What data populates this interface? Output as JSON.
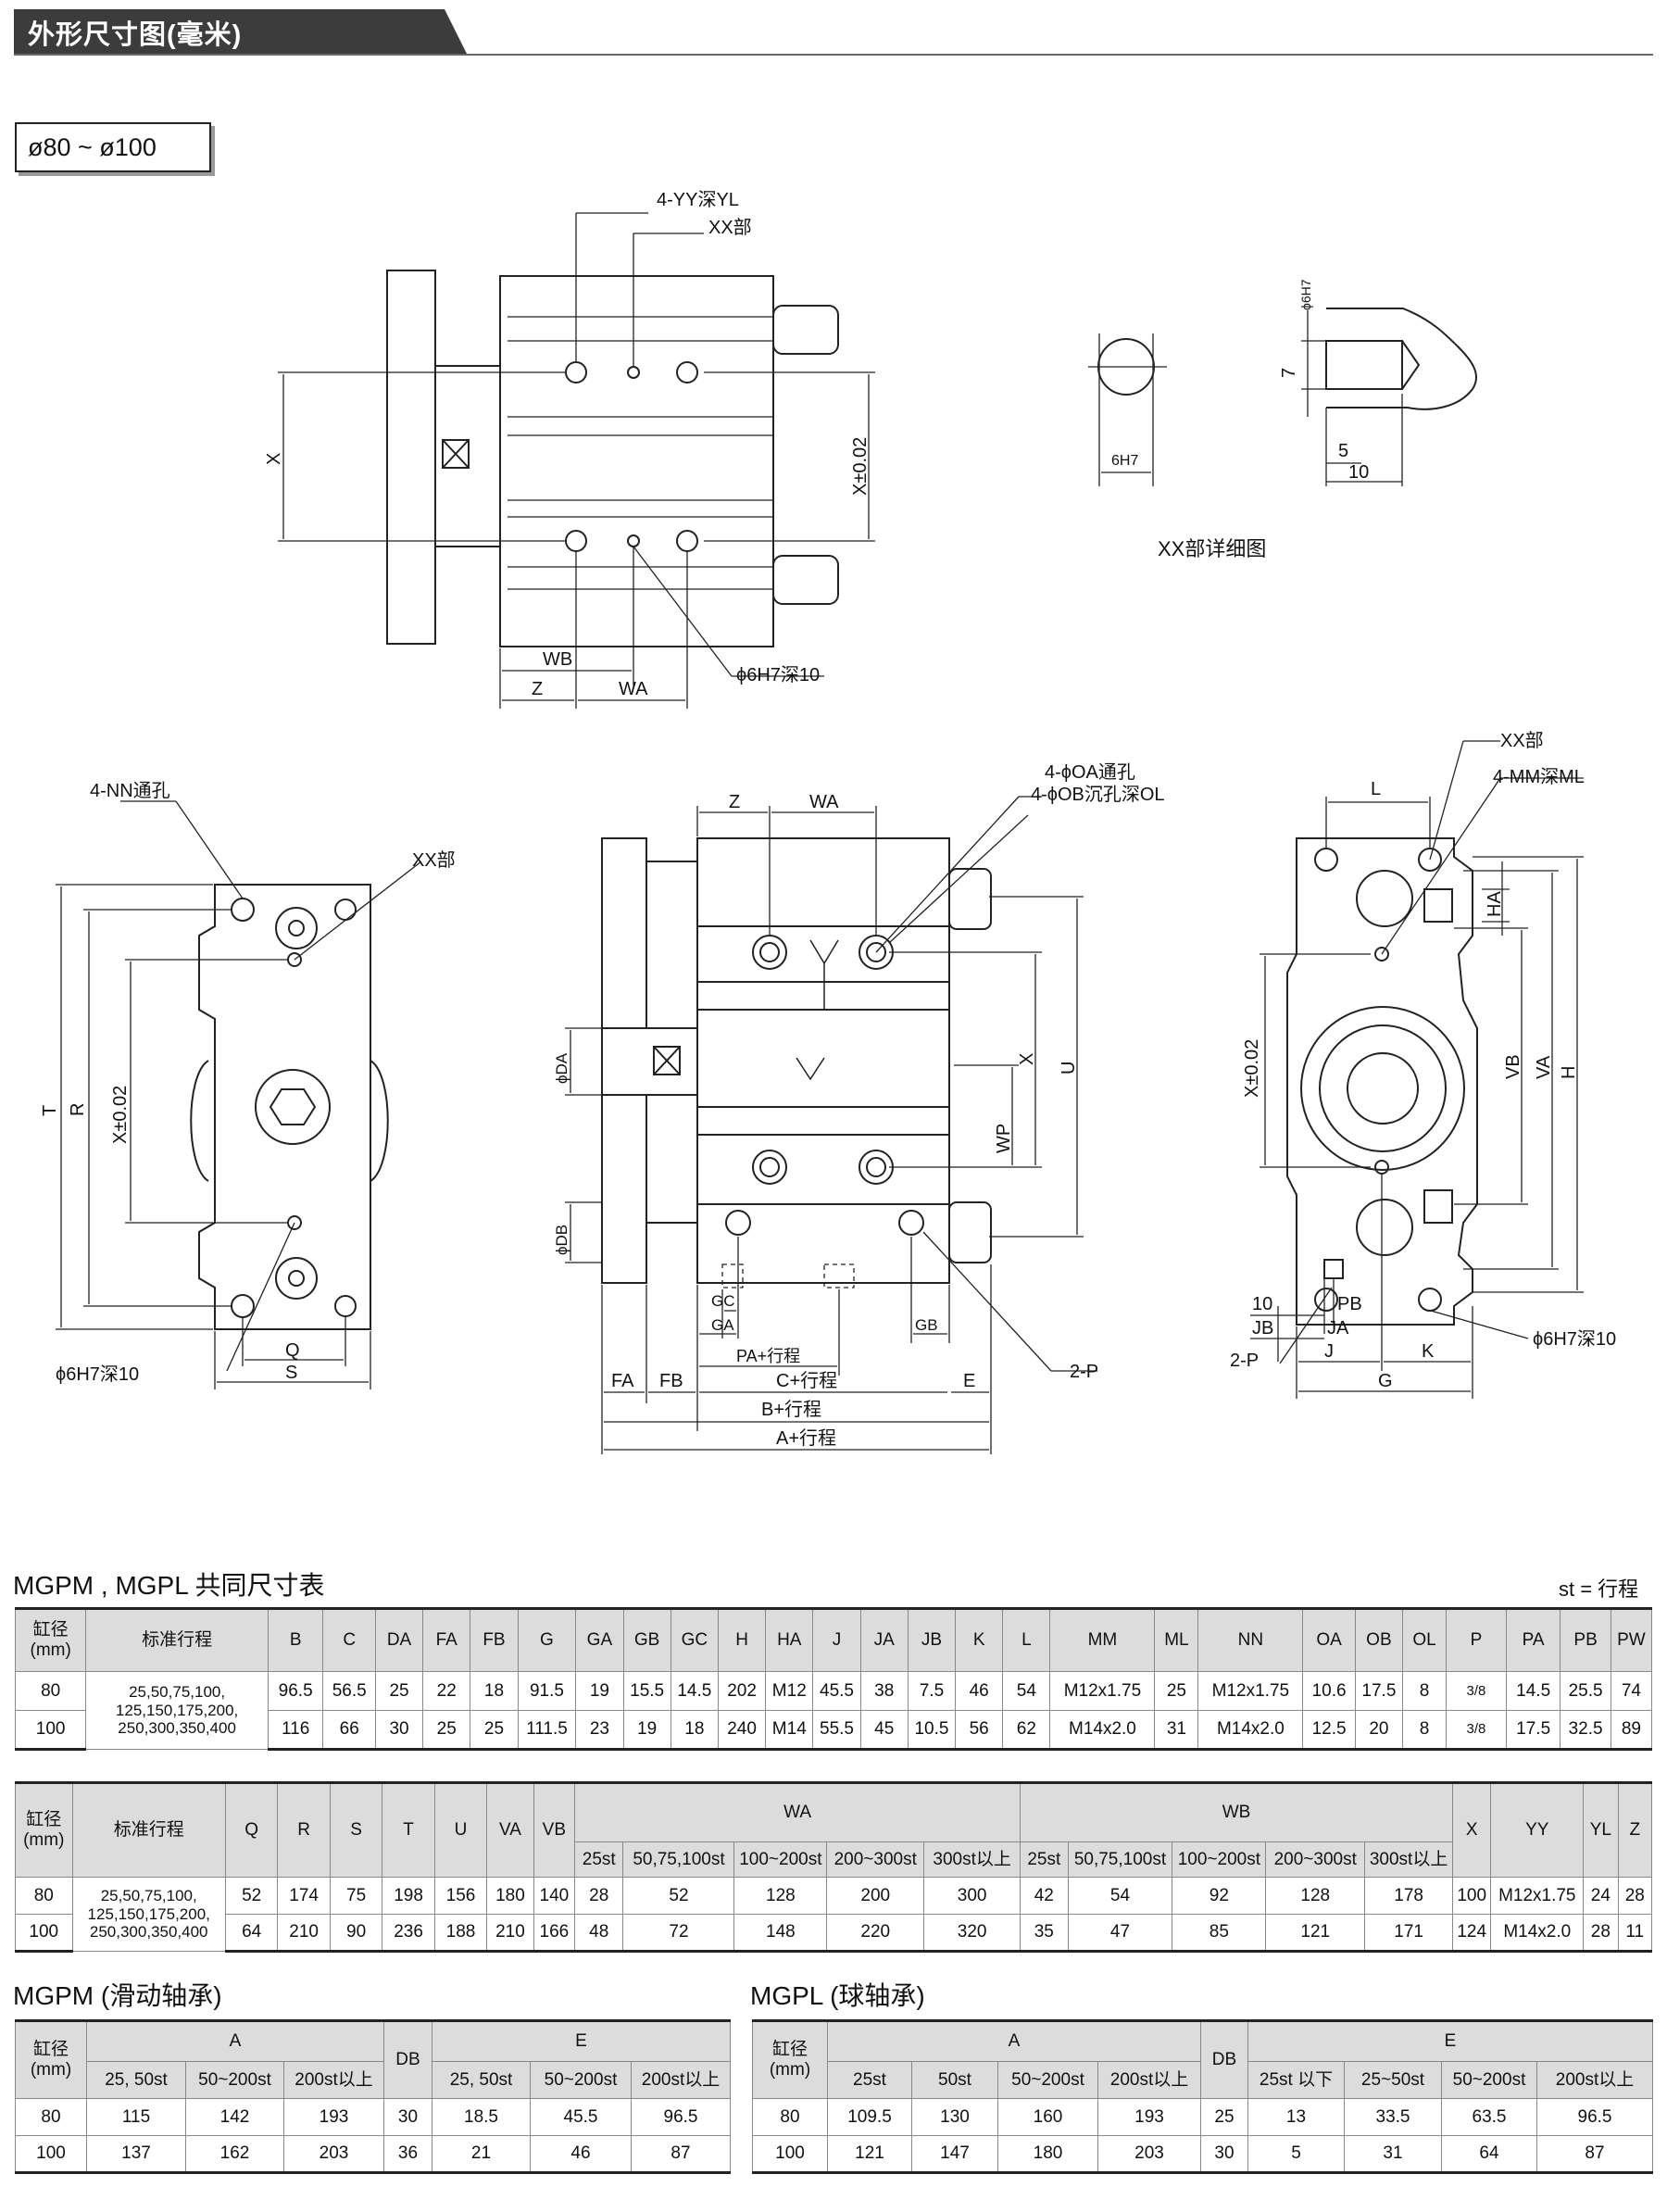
{
  "header": {
    "title": "外形尺寸图(毫米)",
    "bore_range": "ø80 ~ ø100"
  },
  "drawing": {
    "top_view": {
      "yy": "4-YY深YL",
      "xx": "XX部",
      "x": "X",
      "x_tol": "X±0.02",
      "wb": "WB",
      "z": "Z",
      "wa": "WA",
      "pin_hole": "ϕ6H7深10"
    },
    "detail": {
      "dia_v": "ϕ6H7",
      "seven": "7",
      "five": "5",
      "ten": "10",
      "dia_h": "6H7",
      "caption": "XX部详细图"
    },
    "left_view": {
      "nn": "4-NN通孔",
      "xx": "XX部",
      "t": "T",
      "r": "R",
      "x_tol": "X±0.02",
      "q": "Q",
      "s": "S",
      "pin_hole": "ϕ6H7深10"
    },
    "mid_view": {
      "z": "Z",
      "wa": "WA",
      "oa": "4-ϕOA通孔",
      "ob": "4-ϕOB沉孔深OL",
      "da": "ϕDA",
      "db": "ϕDB",
      "x": "X",
      "u": "U",
      "wp": "WP",
      "gc": "GC",
      "ga": "GA",
      "gb": "GB",
      "pa": "PA+行程",
      "fa": "FA",
      "fb": "FB",
      "c": "C+行程",
      "e": "E",
      "b": "B+行程",
      "a": "A+行程",
      "p": "2-P"
    },
    "right_view": {
      "xx": "XX部",
      "mm": "4-MM深ML",
      "l": "L",
      "ha": "HA",
      "x_tol": "X±0.02",
      "vb": "VB",
      "va": "VA",
      "h": "H",
      "ten": "10",
      "pb": "PB",
      "jb": "JB",
      "ja": "JA",
      "p": "2-P",
      "j": "J",
      "k": "K",
      "g": "G",
      "pin_hole": "ϕ6H7深10"
    }
  },
  "table1": {
    "title": "MGPM , MGPL 共同尺寸表",
    "unit_note": "st = 行程",
    "headers": [
      "缸径 (mm)",
      "标准行程",
      "B",
      "C",
      "DA",
      "FA",
      "FB",
      "G",
      "GA",
      "GB",
      "GC",
      "H",
      "HA",
      "J",
      "JA",
      "JB",
      "K",
      "L",
      "MM",
      "ML",
      "NN",
      "OA",
      "OB",
      "OL",
      "P",
      "PA",
      "PB",
      "PW"
    ],
    "stroke": "25,50,75,100, 125,150,175,200, 250,300,350,400",
    "rows": [
      [
        "80",
        "96.5",
        "56.5",
        "25",
        "22",
        "18",
        "91.5",
        "19",
        "15.5",
        "14.5",
        "202",
        "M12",
        "45.5",
        "38",
        "7.5",
        "46",
        "54",
        "M12x1.75",
        "25",
        "M12x1.75",
        "10.6",
        "17.5",
        "8",
        "3/8",
        "14.5",
        "25.5",
        "74"
      ],
      [
        "100",
        "116",
        "66",
        "30",
        "25",
        "25",
        "111.5",
        "23",
        "19",
        "18",
        "240",
        "M14",
        "55.5",
        "45",
        "10.5",
        "56",
        "62",
        "M14x2.0",
        "31",
        "M14x2.0",
        "12.5",
        "20",
        "8",
        "3/8",
        "17.5",
        "32.5",
        "89"
      ]
    ]
  },
  "table2": {
    "headers": [
      "缸径 (mm)",
      "标准行程",
      "Q",
      "R",
      "S",
      "T",
      "U",
      "VA",
      "VB",
      "WA",
      "WB",
      "X",
      "YY",
      "YL",
      "Z"
    ],
    "sub_headers": [
      "25st",
      "50,75,100st",
      "100~200st",
      "200~300st",
      "300st以上",
      "25st",
      "50,75,100st",
      "100~200st",
      "200~300st",
      "300st以上"
    ],
    "stroke": "25,50,75,100, 125,150,175,200, 250,300,350,400",
    "rows": [
      [
        "80",
        "52",
        "174",
        "75",
        "198",
        "156",
        "180",
        "140",
        "28",
        "52",
        "128",
        "200",
        "300",
        "42",
        "54",
        "92",
        "128",
        "178",
        "100",
        "M12x1.75",
        "24",
        "28"
      ],
      [
        "100",
        "64",
        "210",
        "90",
        "236",
        "188",
        "210",
        "166",
        "48",
        "72",
        "148",
        "220",
        "320",
        "35",
        "47",
        "85",
        "121",
        "171",
        "124",
        "M14x2.0",
        "28",
        "11"
      ]
    ]
  },
  "table3": {
    "title": "MGPM (滑动轴承)",
    "headers": [
      "缸径 (mm)",
      "A",
      "DB",
      "E"
    ],
    "sub_headers": [
      "25, 50st",
      "50~200st",
      "200st以上",
      "25, 50st",
      "50~200st",
      "200st以上"
    ],
    "rows": [
      [
        "80",
        "115",
        "142",
        "193",
        "30",
        "18.5",
        "45.5",
        "96.5"
      ],
      [
        "100",
        "137",
        "162",
        "203",
        "36",
        "21",
        "46",
        "87"
      ]
    ]
  },
  "table4": {
    "title": "MGPL (球轴承)",
    "headers": [
      "缸径 (mm)",
      "A",
      "DB",
      "E"
    ],
    "sub_headers": [
      "25st",
      "50st",
      "50~200st",
      "200st以上",
      "25st 以下",
      "25~50st",
      "50~200st",
      "200st以上"
    ],
    "rows": [
      [
        "80",
        "109.5",
        "130",
        "160",
        "193",
        "25",
        "13",
        "33.5",
        "63.5",
        "96.5"
      ],
      [
        "100",
        "121",
        "147",
        "180",
        "203",
        "30",
        "5",
        "31",
        "64",
        "87"
      ]
    ]
  }
}
